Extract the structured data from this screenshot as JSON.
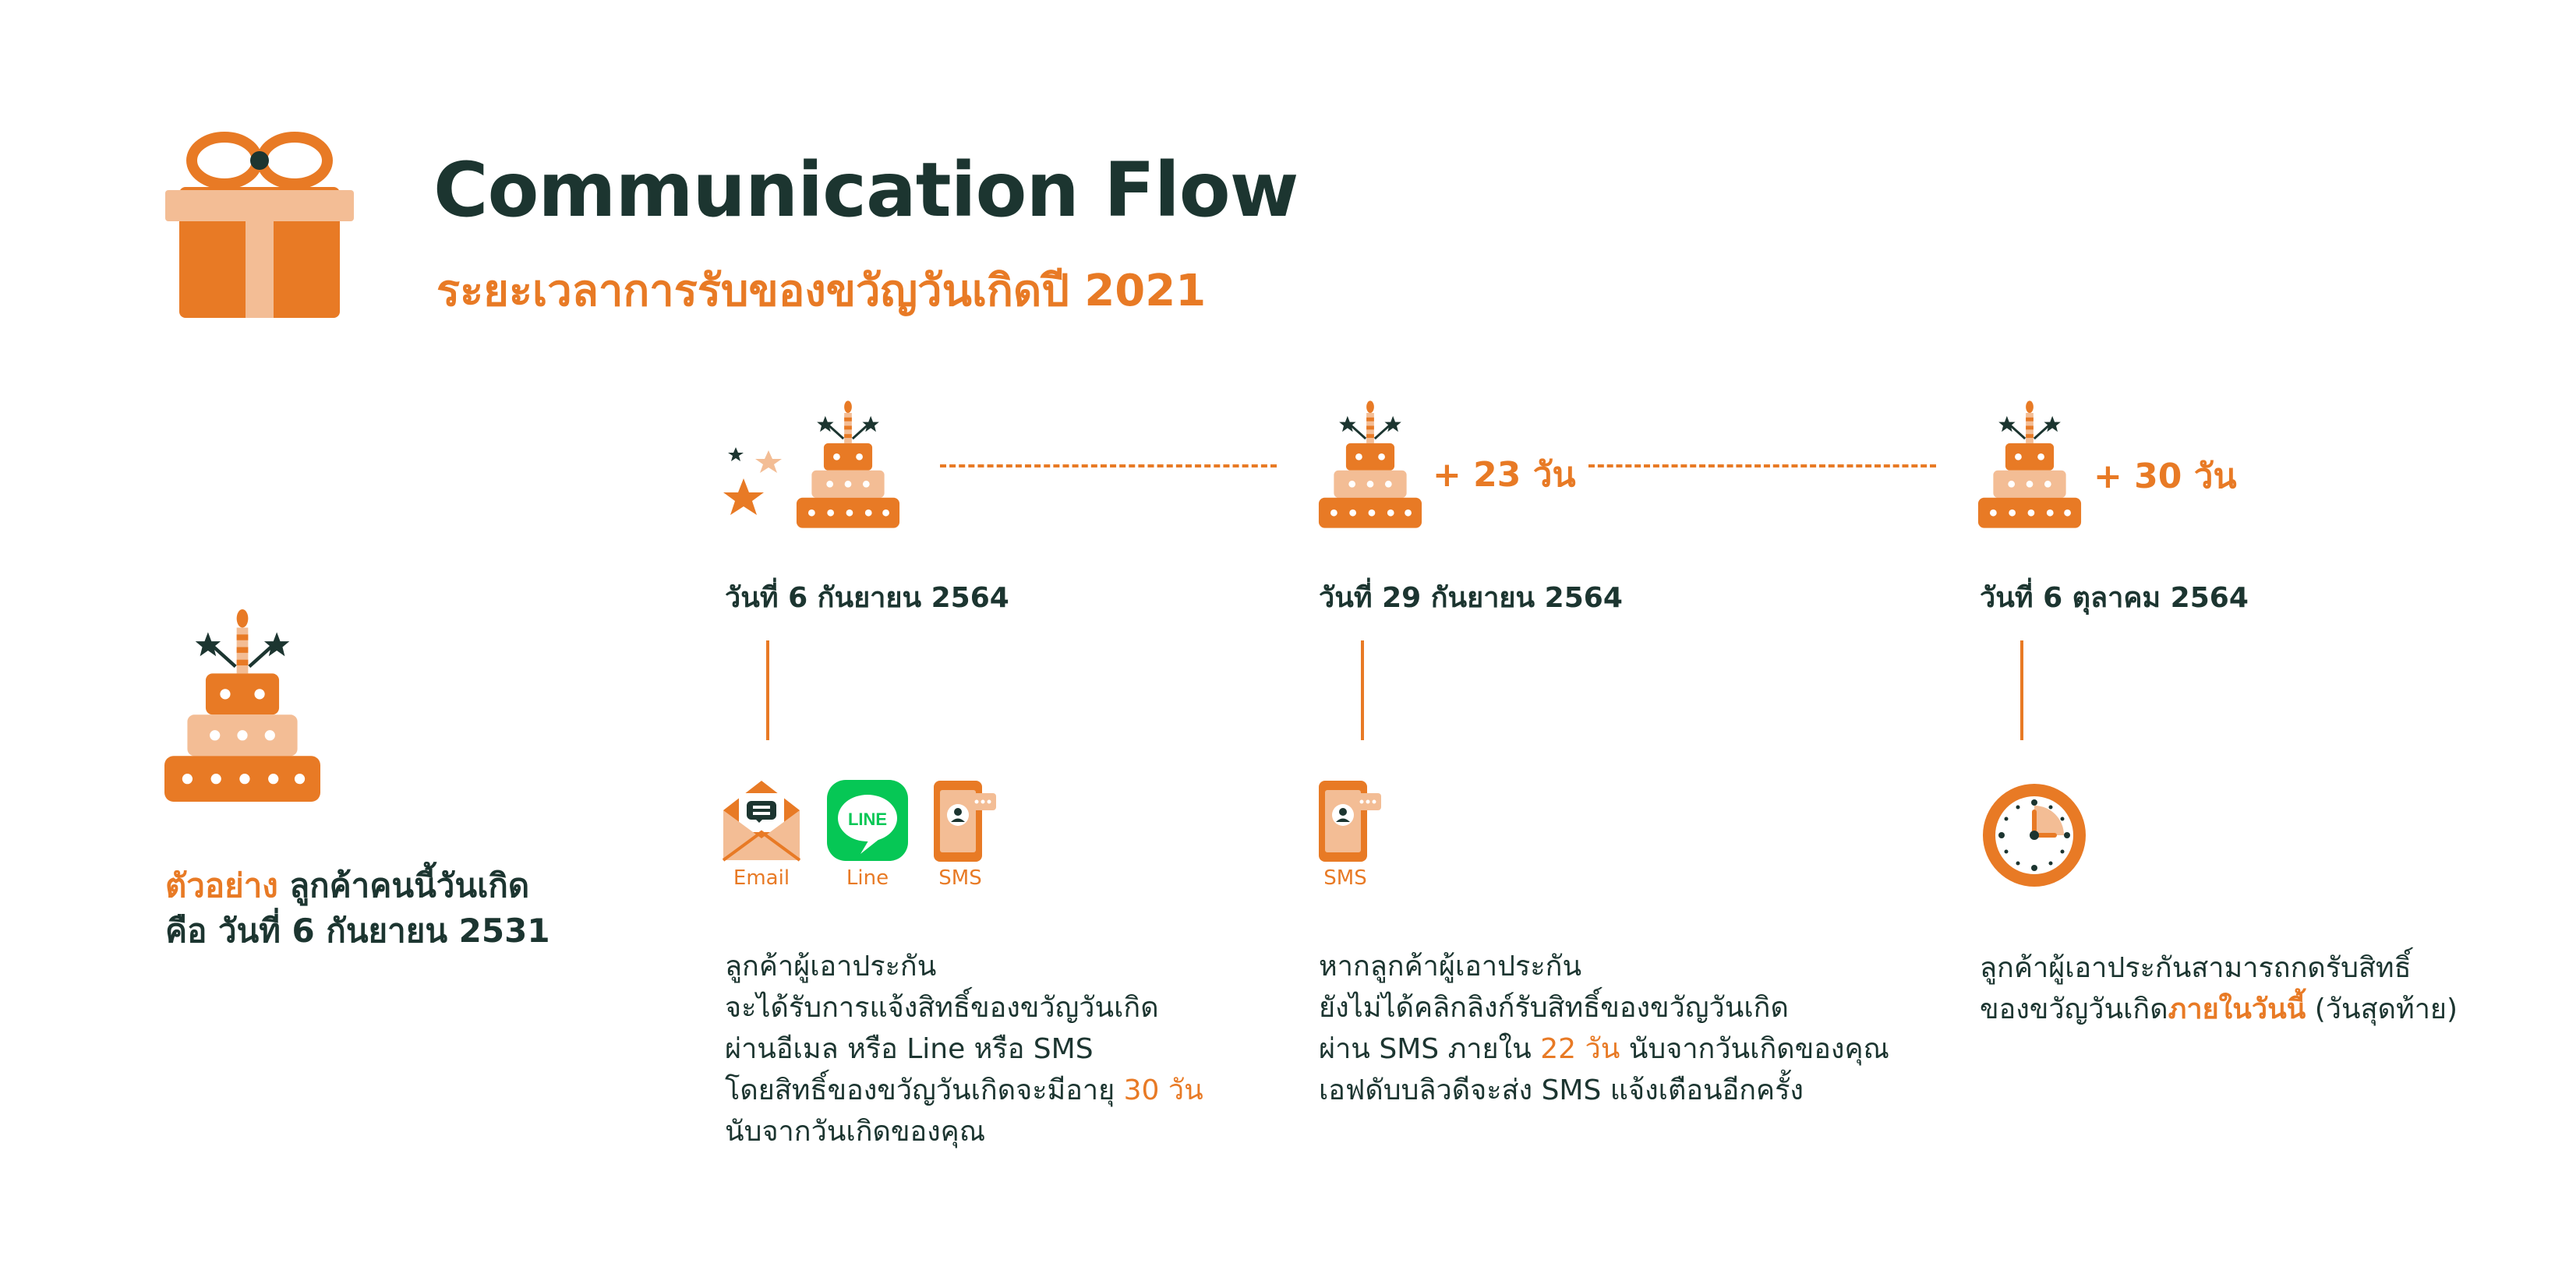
{
  "header": {
    "title": "Communication Flow",
    "subtitle": "ระยะเวลาการรับของขวัญวันเกิดปี 2021"
  },
  "example": {
    "highlight": "ตัวอย่าง",
    "line1_rest": " ลูกค้าคนนี้วันเกิด",
    "line2": "คือ วันที่ 6 กันยายน 2531"
  },
  "steps": [
    {
      "date": "วันที่ 6 กันยายน 2564",
      "icons": [
        {
          "name": "email-icon",
          "label": "Email"
        },
        {
          "name": "line-icon",
          "label": "Line",
          "badge": "LINE"
        },
        {
          "name": "sms-icon",
          "label": "SMS"
        }
      ],
      "desc": {
        "l1": "ลูกค้าผู้เอาประกัน",
        "l2": "จะได้รับการแจ้งสิทธิ์ของขวัญวันเกิด",
        "l3": "ผ่านอีเมล หรือ Line หรือ SMS",
        "l4a": "โดยสิทธิ์ของขวัญวันเกิดจะมีอายุ ",
        "l4b": "30 วัน",
        "l5": "นับจากวันเกิดของคุณ"
      }
    },
    {
      "offset": "+ 23 วัน",
      "date": "วันที่ 29 กันยายน 2564",
      "icons": [
        {
          "name": "sms-icon",
          "label": "SMS"
        }
      ],
      "desc": {
        "l1": "หากลูกค้าผู้เอาประกัน",
        "l2": "ยังไม่ได้คลิกลิงก์รับสิทธิ์ของขวัญวันเกิด",
        "l3a": "ผ่าน SMS ภายใน ",
        "l3b": "22 วัน",
        "l3c": " นับจากวันเกิดของคุณ",
        "l4": "เอฟดับบลิวดีจะส่ง SMS แจ้งเตือนอีกครั้ง"
      }
    },
    {
      "offset": "+ 30 วัน",
      "date": "วันที่ 6 ตุลาคม 2564",
      "icons": [
        {
          "name": "clock-icon"
        }
      ],
      "desc": {
        "l1": "ลูกค้าผู้เอาประกันสามารถกดรับสิทธิ์",
        "l2a": "ของขวัญวันเกิด",
        "l2b": "ภายในวันนี้",
        "l2c": " (วันสุดท้าย)"
      }
    }
  ],
  "colors": {
    "accent": "#e87a25",
    "accent_light": "#f3bd95",
    "dark": "#1c3530",
    "line_green": "#06c755"
  }
}
